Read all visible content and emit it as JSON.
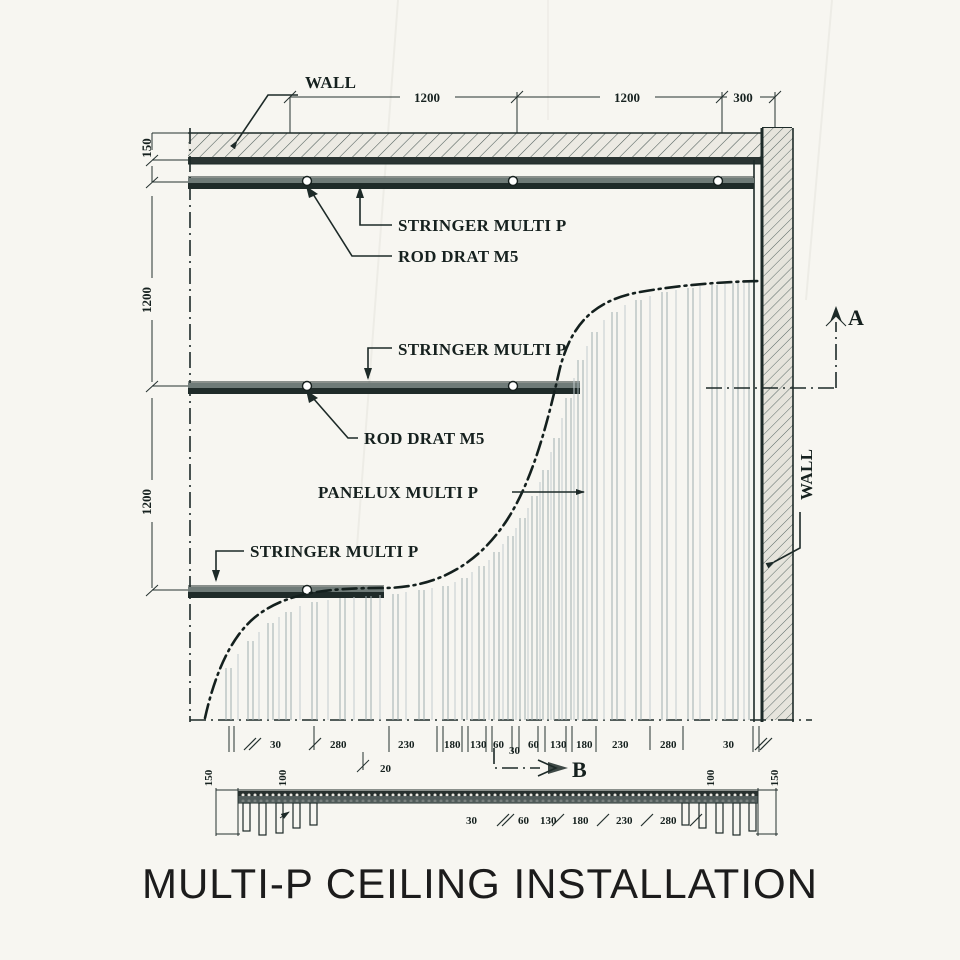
{
  "drawing": {
    "title": "MULTI-P CEILING INSTALLATION",
    "background_color": "#f7f6f1",
    "ink_color": "#1d2a28"
  },
  "callouts": {
    "wall_top": "WALL",
    "wall_right": "WALL",
    "stringer_1": "STRINGER MULTI P",
    "rod_1": "ROD DRAT M5",
    "stringer_2": "STRINGER MULTI P",
    "rod_2": "ROD DRAT M5",
    "stringer_3": "STRINGER MULTI P",
    "panelux": "PANELUX MULTI P"
  },
  "section_markers": {
    "a": "A",
    "b": "B"
  },
  "dimensions": {
    "top": [
      "1200",
      "1200",
      "300"
    ],
    "left": [
      "150",
      "1200",
      "1200"
    ],
    "bottom_chain": [
      "30",
      "280",
      "230",
      "180",
      "130",
      "60",
      "30",
      "60",
      "130",
      "180",
      "230",
      "280",
      "30"
    ],
    "bottom_extra": "20",
    "plan_left_outer": "150",
    "plan_left_inner": "100",
    "plan_right_inner": "100",
    "plan_right_outer": "150",
    "plan_chain": [
      "30",
      "60",
      "130",
      "180",
      "230",
      "280"
    ]
  }
}
